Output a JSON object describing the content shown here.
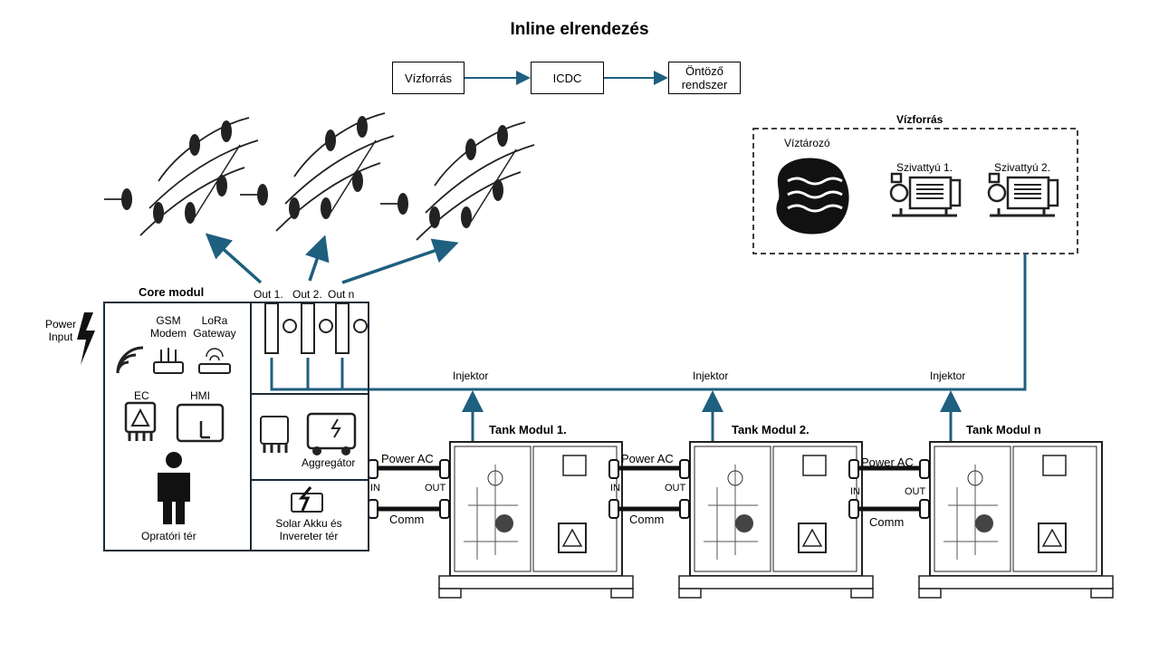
{
  "title": "Inline elrendezés",
  "flow": {
    "source": "Vízforrás",
    "middle": "ICDC",
    "target": "Öntöző rendszer"
  },
  "water_source": {
    "title": "Vízforrás",
    "reservoir": "Víztározó",
    "pump1": "Szivattyú 1.",
    "pump2": "Szivattyú 2."
  },
  "core": {
    "title": "Core modul",
    "power_input": "Power Input",
    "gsm": "GSM Modem",
    "lora": "LoRa Gateway",
    "ec": "EC",
    "hmi": "HMI",
    "operator": "Opratóri tér",
    "aggregator": "Aggregátor",
    "solar": "Solar Akku és Invereter tér",
    "outputs": [
      "Out 1.",
      "Out 2.",
      "Out n"
    ]
  },
  "tanks": [
    {
      "title": "Tank Modul 1.",
      "injector": "Injektor"
    },
    {
      "title": "Tank Modul 2.",
      "injector": "Injektor"
    },
    {
      "title": "Tank Modul n",
      "injector": "Injektor"
    }
  ],
  "links": {
    "power": "Power AC",
    "comm": "Comm",
    "in": "IN",
    "out": "OUT"
  },
  "colors": {
    "pipe": "#1f5f7f",
    "border": "#1a2a38"
  }
}
